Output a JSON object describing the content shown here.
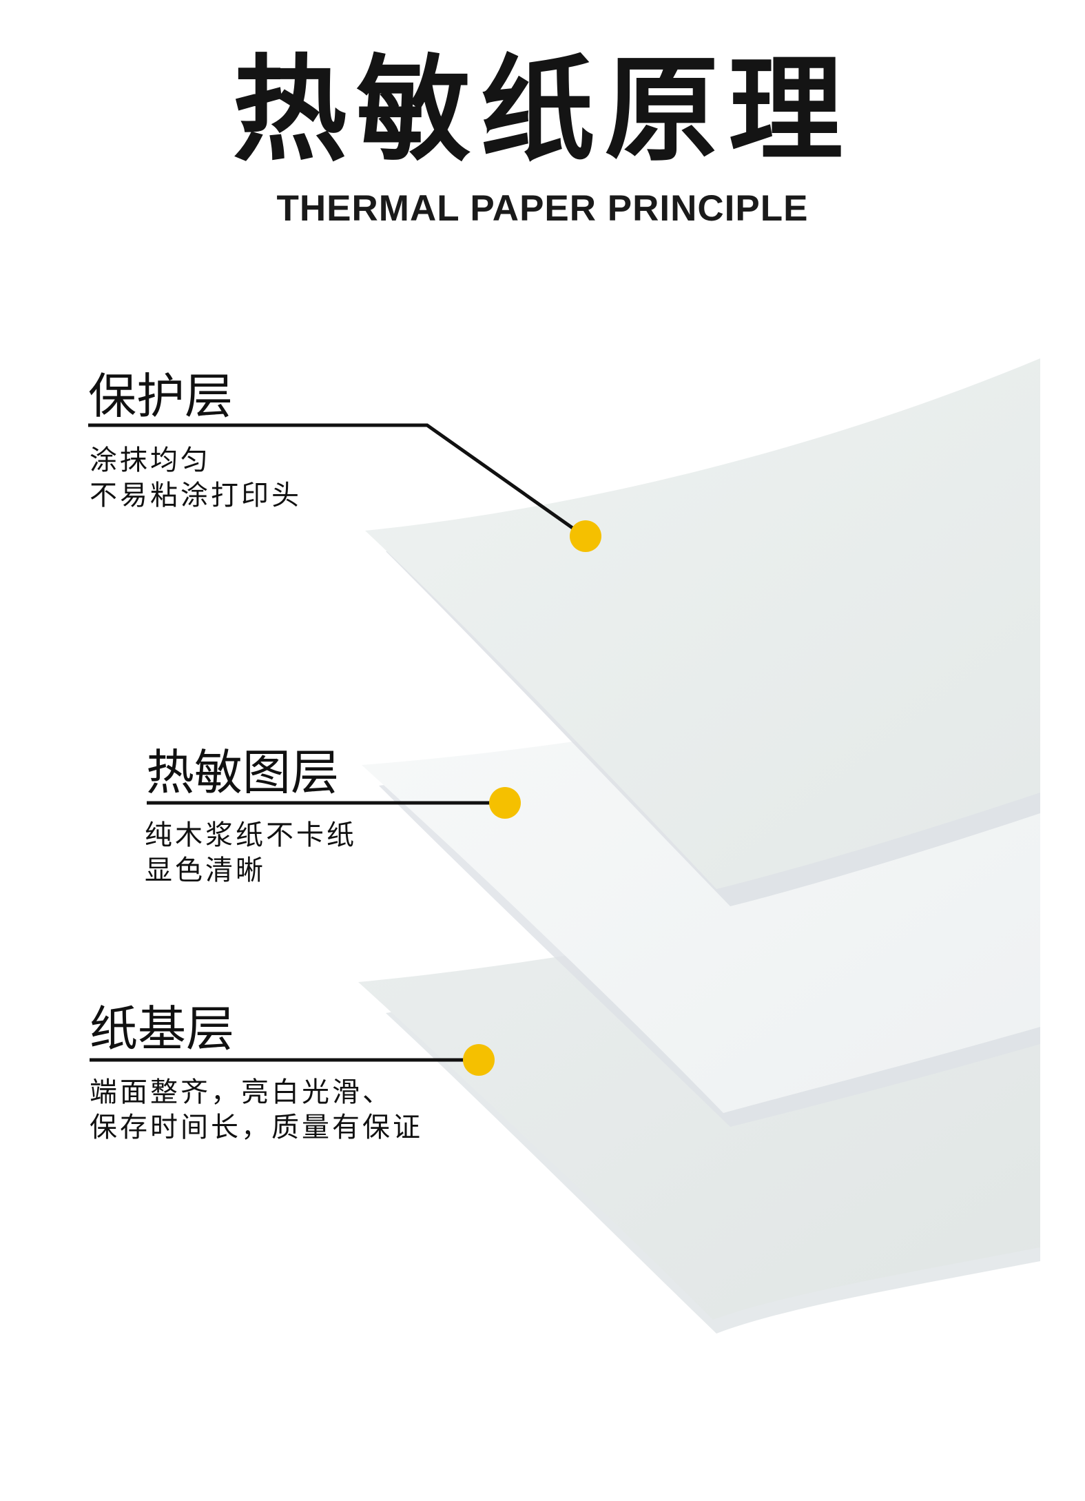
{
  "header": {
    "title_cn": "热敏纸原理",
    "title_en": "THERMAL PAPER PRINCIPLE"
  },
  "layers": [
    {
      "name": "保护层",
      "lines": [
        "涂抹均匀",
        "不易粘涂打印头"
      ]
    },
    {
      "name": "热敏图层",
      "lines": [
        "纯木浆纸不卡纸",
        "显色清晰"
      ]
    },
    {
      "name": "纸基层",
      "lines": [
        "端面整齐，亮白光滑、",
        "保存时间长，质量有保证"
      ]
    }
  ],
  "colors": {
    "marker": "#f5c000",
    "line": "#111111",
    "sheet_top": "#e9eeed",
    "sheet_middle": "#f4f6f6",
    "sheet_bottom": "#e5eae9",
    "shadow": "#d9dde1"
  }
}
